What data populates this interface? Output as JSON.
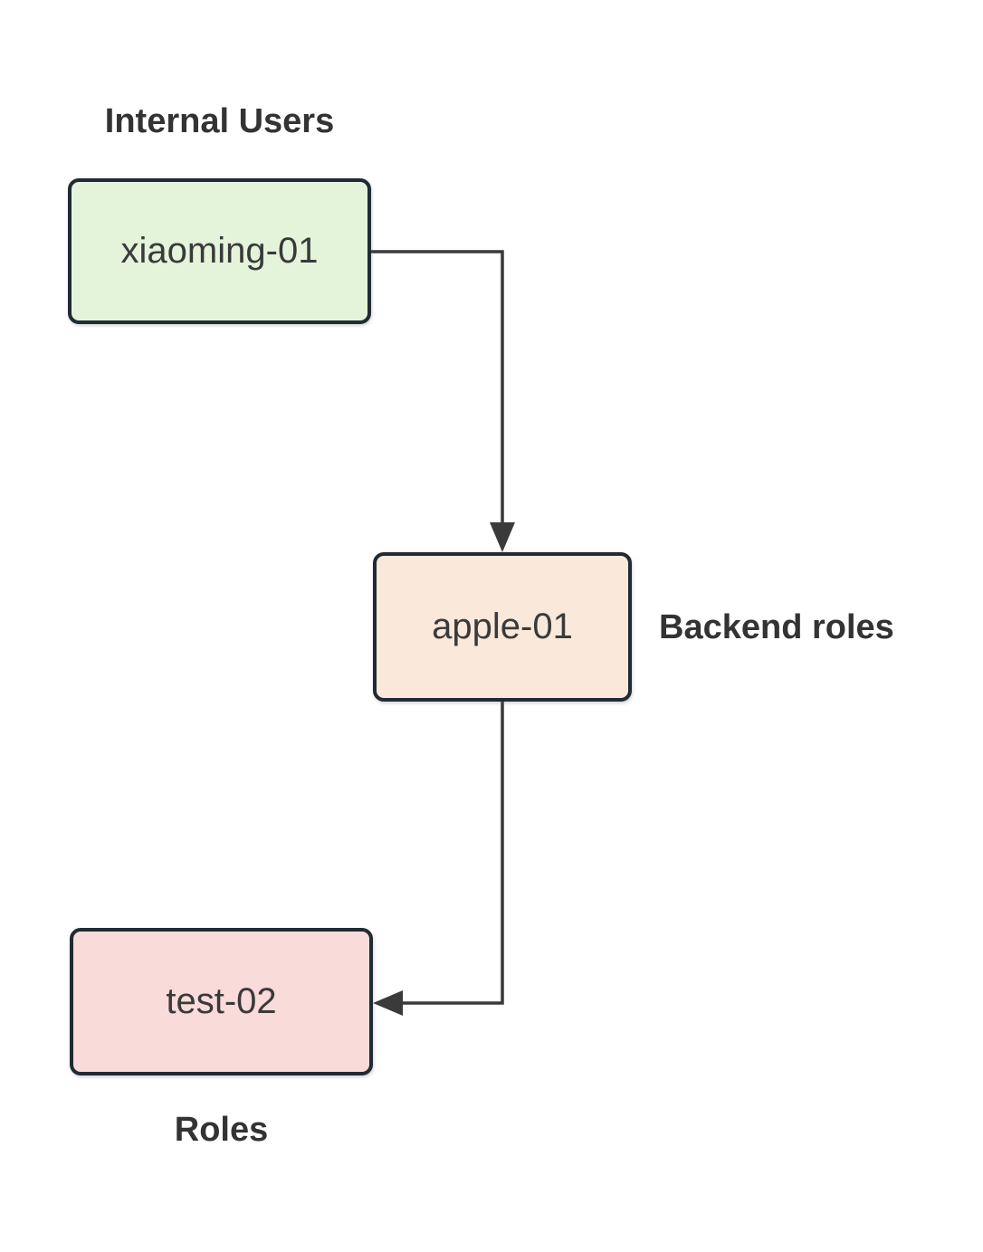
{
  "diagram": {
    "type": "flow",
    "labels": {
      "internal_users": "Internal Users",
      "backend_roles": "Backend roles",
      "roles": "Roles"
    },
    "nodes": [
      {
        "id": "xiaoming-01",
        "label": "xiaoming-01",
        "fill": "#e4f4db"
      },
      {
        "id": "apple-01",
        "label": "apple-01",
        "fill": "#fae8da"
      },
      {
        "id": "test-02",
        "label": "test-02",
        "fill": "#f9dbd9"
      }
    ],
    "edges": [
      {
        "from": "xiaoming-01",
        "to": "apple-01"
      },
      {
        "from": "apple-01",
        "to": "test-02"
      }
    ]
  },
  "colors": {
    "background": "#ffffff",
    "node-border": "#202b34",
    "line": "#3a3a3a",
    "text": "#3a3a3a",
    "label-text": "#333333"
  }
}
